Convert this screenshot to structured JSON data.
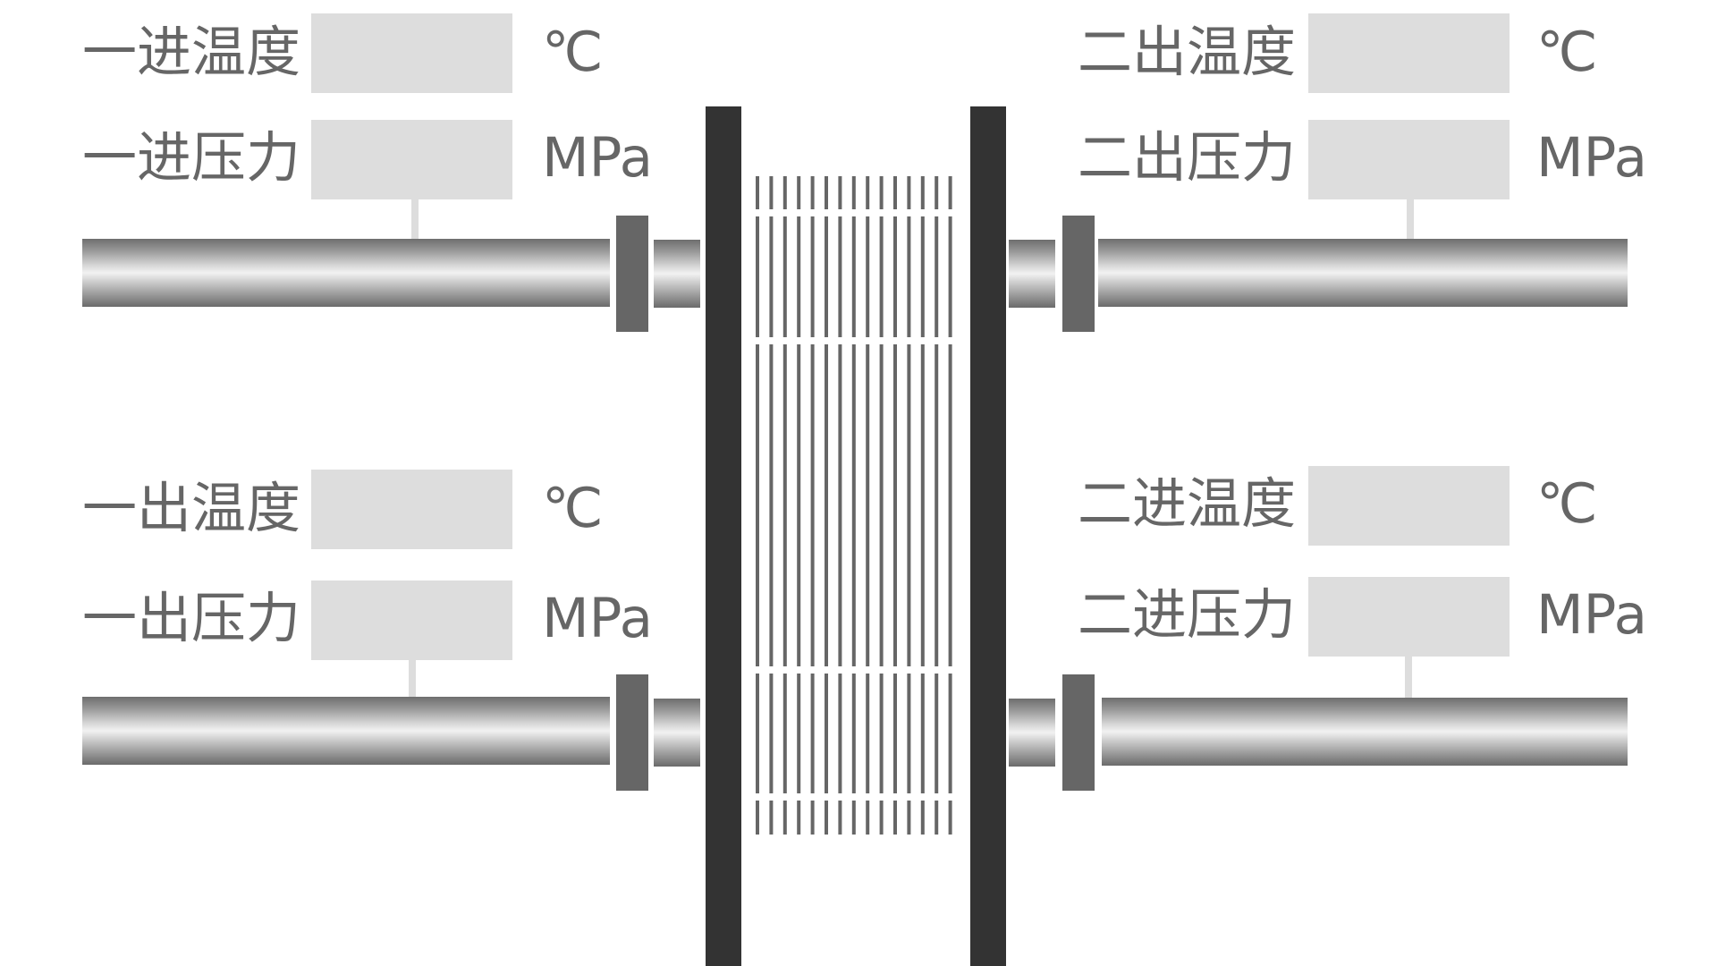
{
  "colors": {
    "label_text": "#666666",
    "value_box": "#dddddd",
    "frame_plate": "#333333",
    "flange": "#666666",
    "plate_pack": "#666666"
  },
  "primary_side": {
    "inlet": {
      "temperature": {
        "label": "一进温度",
        "value": "",
        "unit": "℃"
      },
      "pressure": {
        "label": "一进压力",
        "value": "",
        "unit": "MPa"
      }
    },
    "outlet": {
      "temperature": {
        "label": "一出温度",
        "value": "",
        "unit": "℃"
      },
      "pressure": {
        "label": "一出压力",
        "value": "",
        "unit": "MPa"
      }
    }
  },
  "secondary_side": {
    "outlet": {
      "temperature": {
        "label": "二出温度",
        "value": "",
        "unit": "℃"
      },
      "pressure": {
        "label": "二出压力",
        "value": "",
        "unit": "MPa"
      }
    },
    "inlet": {
      "temperature": {
        "label": "二进温度",
        "value": "",
        "unit": "℃"
      },
      "pressure": {
        "label": "二进压力",
        "value": "",
        "unit": "MPa"
      }
    }
  },
  "icons": [
    "pipe",
    "flange",
    "frame-plate",
    "plate-pack",
    "sensor-stem"
  ]
}
